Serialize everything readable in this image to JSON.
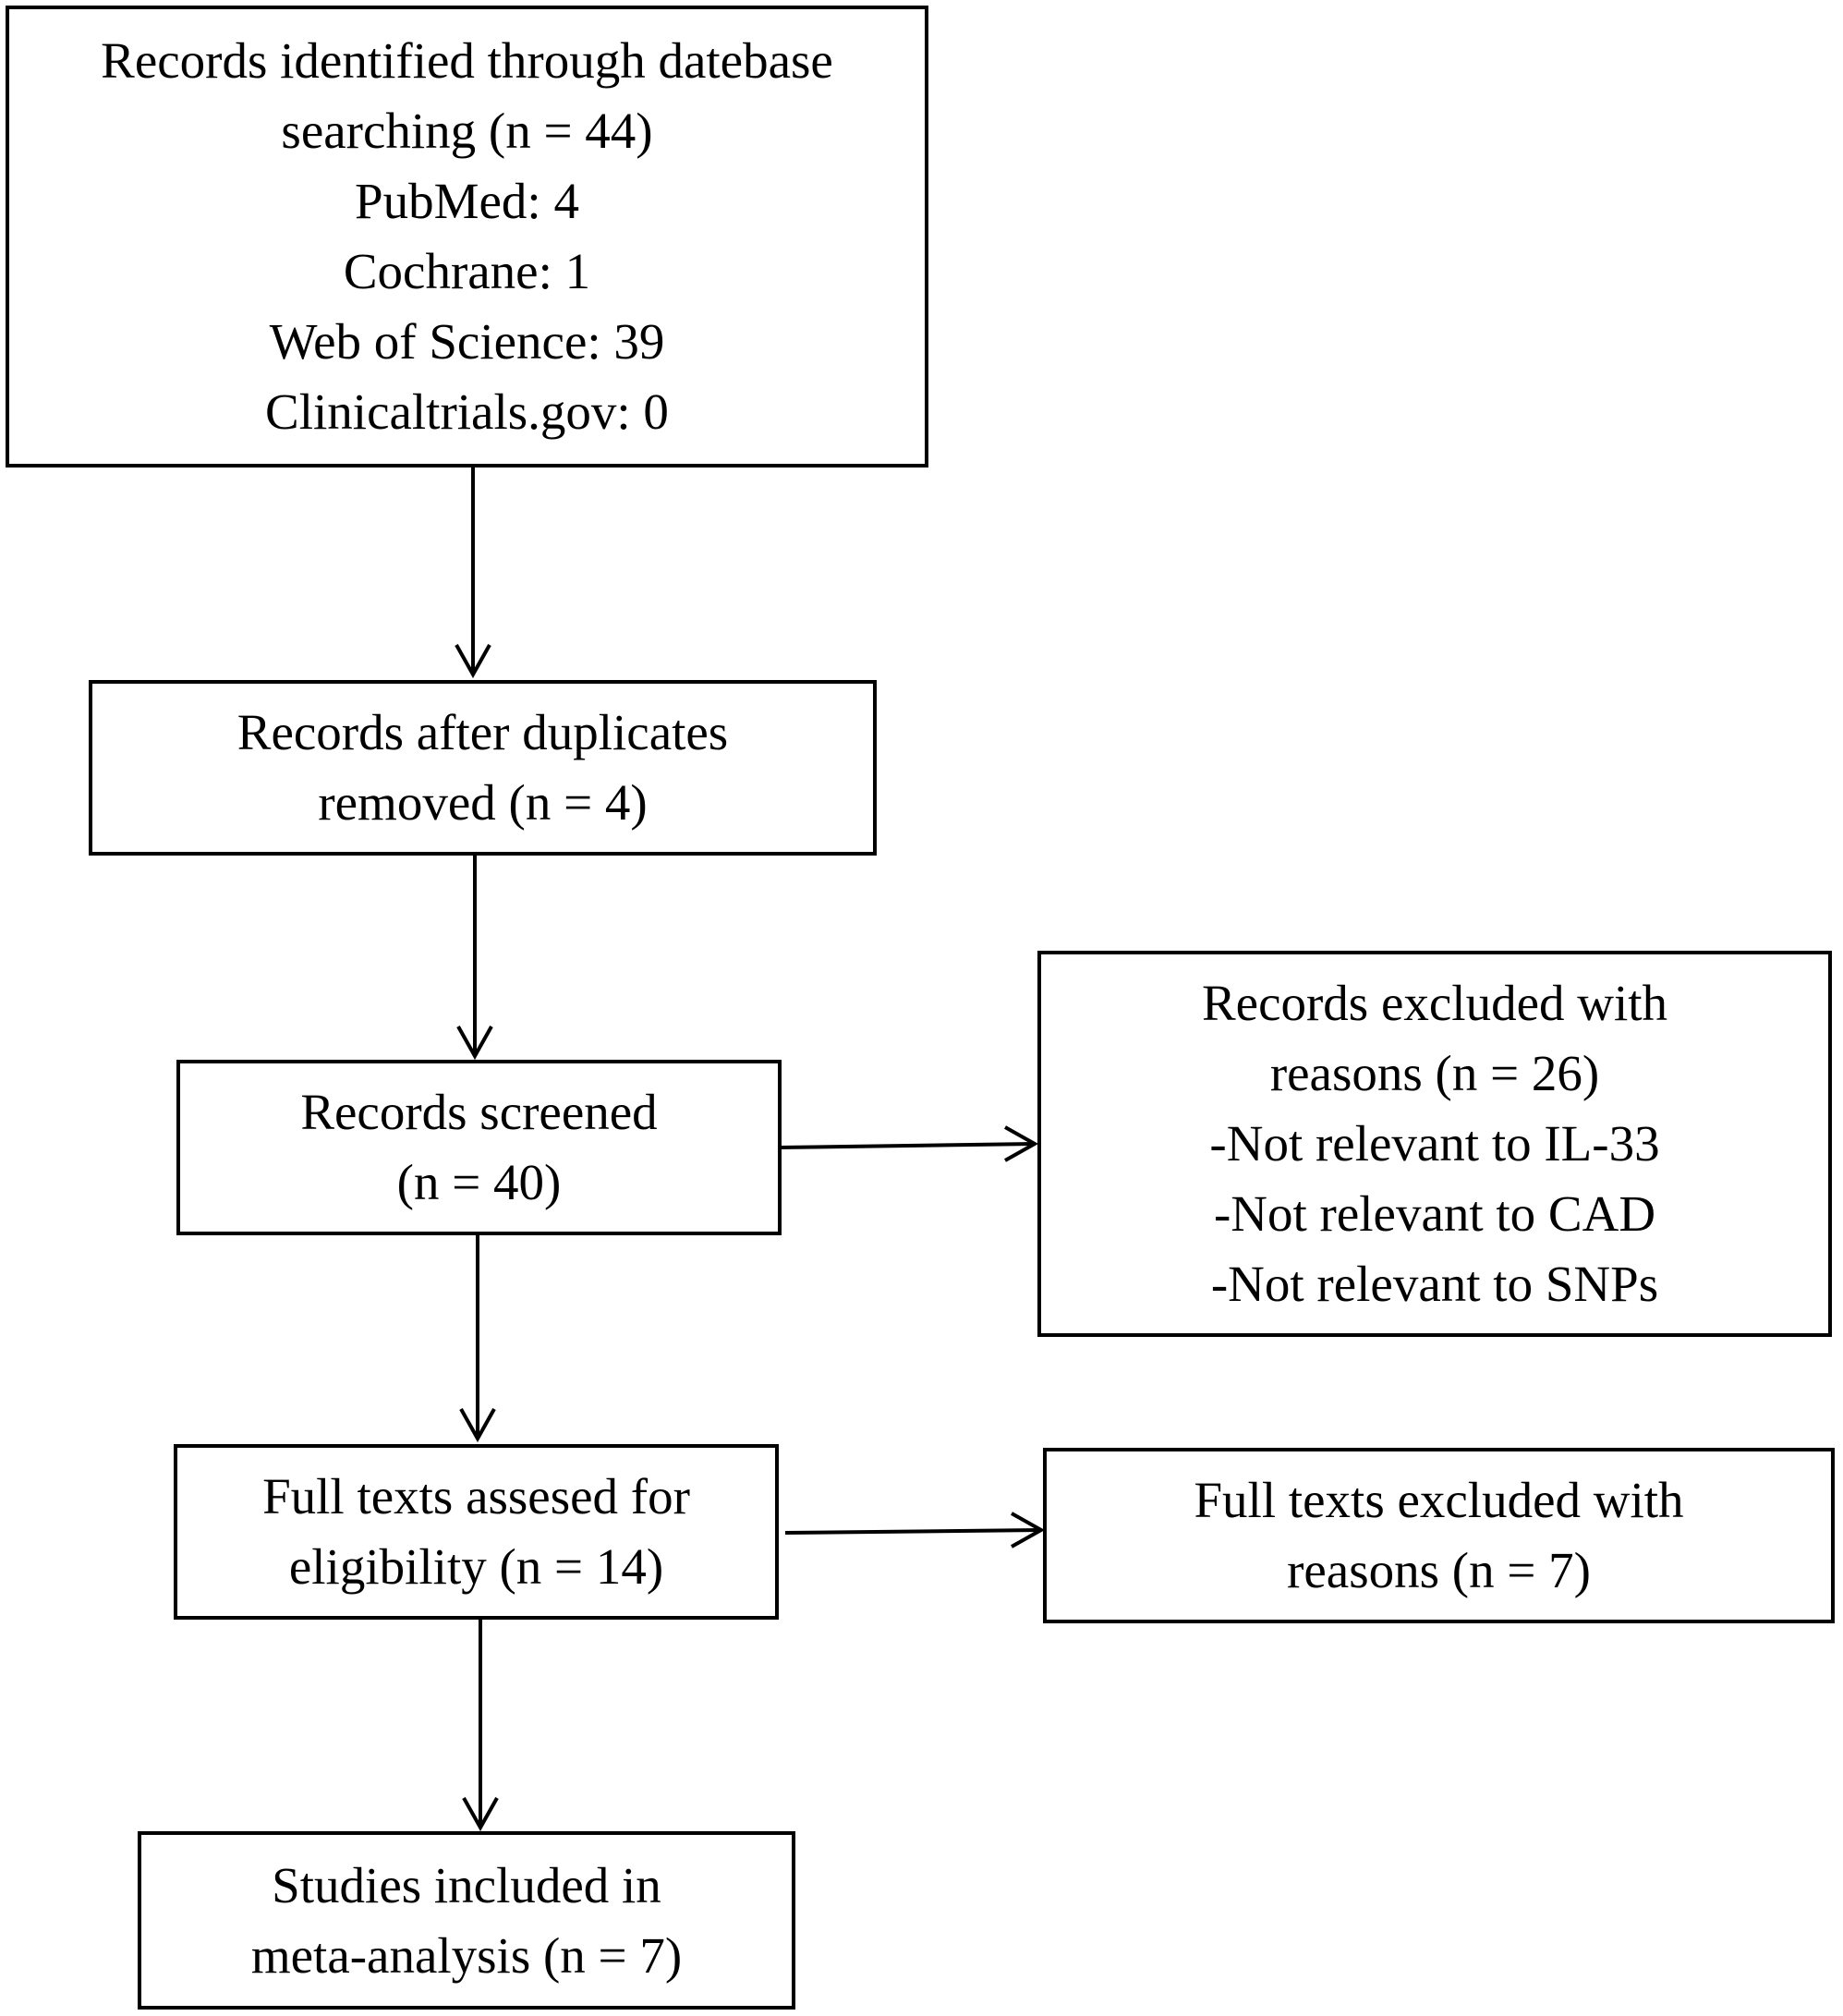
{
  "boxes": {
    "identification": {
      "lines": [
        "Records identified through datebase",
        "searching (n = 44)",
        "PubMed: 4",
        "Cochrane: 1",
        "Web of Science: 39",
        "Clinicaltrials.gov: 0"
      ]
    },
    "duplicates_removed": {
      "lines": [
        "Records after duplicates",
        "removed (n = 4)"
      ]
    },
    "screened": {
      "lines": [
        "Records screened",
        "(n = 40)"
      ]
    },
    "excluded_screening": {
      "lines": [
        "Records excluded with",
        "reasons (n = 26)",
        "-Not relevant to IL-33",
        "-Not relevant to CAD",
        "-Not relevant to SNPs"
      ]
    },
    "full_text_assessed": {
      "lines": [
        "Full texts assesed for",
        "eligibility (n = 14)"
      ]
    },
    "full_text_excluded": {
      "lines": [
        "Full texts excluded with",
        "reasons (n = 7)"
      ]
    },
    "included": {
      "lines": [
        "Studies included in",
        "meta-analysis (n = 7)"
      ]
    }
  }
}
